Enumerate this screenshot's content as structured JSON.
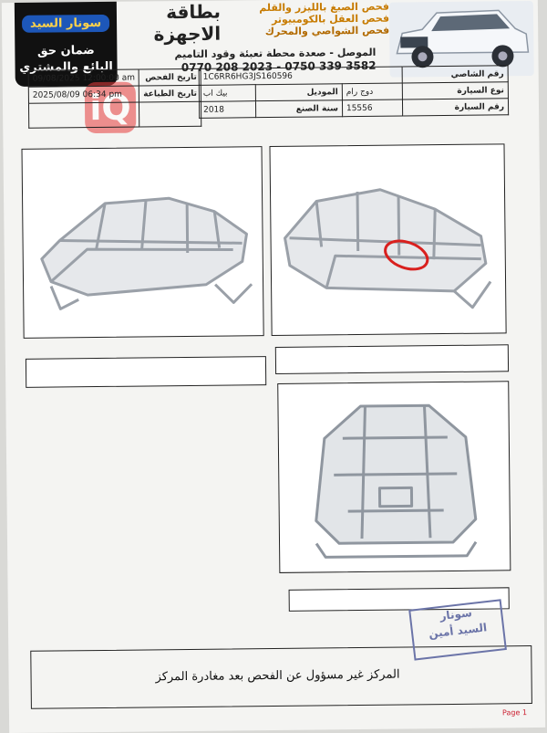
{
  "header": {
    "logo": {
      "brand": "سونار السيد",
      "line1": "ضمان حق",
      "line2": "البائع والمشتري"
    },
    "title_line1": "بطاقة",
    "title_line2": "الاجهزة",
    "slogans": [
      "فحص الصبغ بالليزر والقلم",
      "فحص العقل بالكومبيوتر",
      "فحص الشواصي والمحرك"
    ],
    "address": "الموصل - صعدة محطة تعبئة وقود التاميم",
    "phones": "0770 208 2023 - 0750 339 3582",
    "watermark": "iQ"
  },
  "info_left": [
    {
      "label": "تاريخ الفحص",
      "value": "09/08/2025 12:00:00 am"
    },
    {
      "label": "تاريخ الطباعة",
      "value": "2025/08/09 06:34 pm"
    }
  ],
  "info_right": {
    "chassis_label": "رقم الشاصي",
    "chassis": "1C6RR6HG3JS160596",
    "car_type_label": "نوع السيارة",
    "car_type": "دوج رام",
    "model_label": "الموديل",
    "model": "بيك اب",
    "car_number_label": "رقم السيارة",
    "car_number": "15556",
    "year_label": "سنة الصنع",
    "year": "2018"
  },
  "footer": {
    "note": "المركز غير مسؤول عن الفحص بعد مغادرة المركز",
    "stamp_line1": "سونار",
    "stamp_line2": "السيد أمين",
    "page": "Page 1"
  },
  "colors": {
    "mark": "#d9201e",
    "stamp": "#6b74a8",
    "accent": "#c77b00"
  }
}
